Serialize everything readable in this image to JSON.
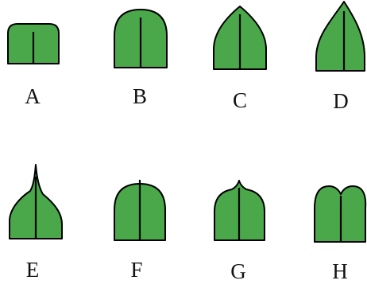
{
  "colors": {
    "leaf_fill": "#4aa84a",
    "outline": "#000000",
    "label": "#111111",
    "background": "#ffffff"
  },
  "leaves": [
    {
      "id": "A",
      "label": "A",
      "apex": "truncate"
    },
    {
      "id": "B",
      "label": "B",
      "apex": "obtuse"
    },
    {
      "id": "C",
      "label": "C",
      "apex": "acute"
    },
    {
      "id": "D",
      "label": "D",
      "apex": "acuminate"
    },
    {
      "id": "E",
      "label": "E",
      "apex": "caudate"
    },
    {
      "id": "F",
      "label": "F",
      "apex": "mucronate"
    },
    {
      "id": "G",
      "label": "G",
      "apex": "cuspidate"
    },
    {
      "id": "H",
      "label": "H",
      "apex": "emarginate"
    }
  ]
}
